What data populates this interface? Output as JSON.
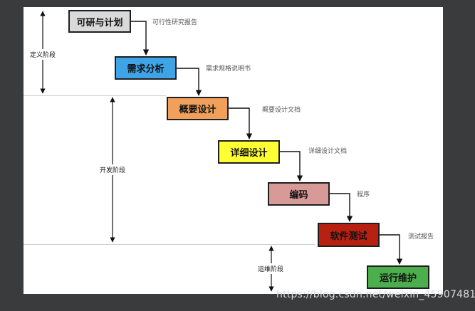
{
  "stages": [
    {
      "label": "可研与计划",
      "output": "可行性研究报告",
      "color": "#d9d9d9"
    },
    {
      "label": "需求分析",
      "output": "需求规格说明书",
      "color": "#3fa3e8"
    },
    {
      "label": "概要设计",
      "output": "概要设计文档",
      "color": "#f0a05a"
    },
    {
      "label": "详细设计",
      "output": "详细设计文档",
      "color": "#ffff33"
    },
    {
      "label": "编码",
      "output": "程序",
      "color": "#d79a97"
    },
    {
      "label": "软件测试",
      "output": "测试报告",
      "color": "#b82012"
    },
    {
      "label": "运行维护",
      "output": "",
      "color": "#4cae4c"
    }
  ],
  "phases": [
    {
      "label": "定义阶段"
    },
    {
      "label": "开发阶段"
    },
    {
      "label": "运维阶段"
    }
  ],
  "watermark": "https://blog.csdn.net/weixin_45907481"
}
